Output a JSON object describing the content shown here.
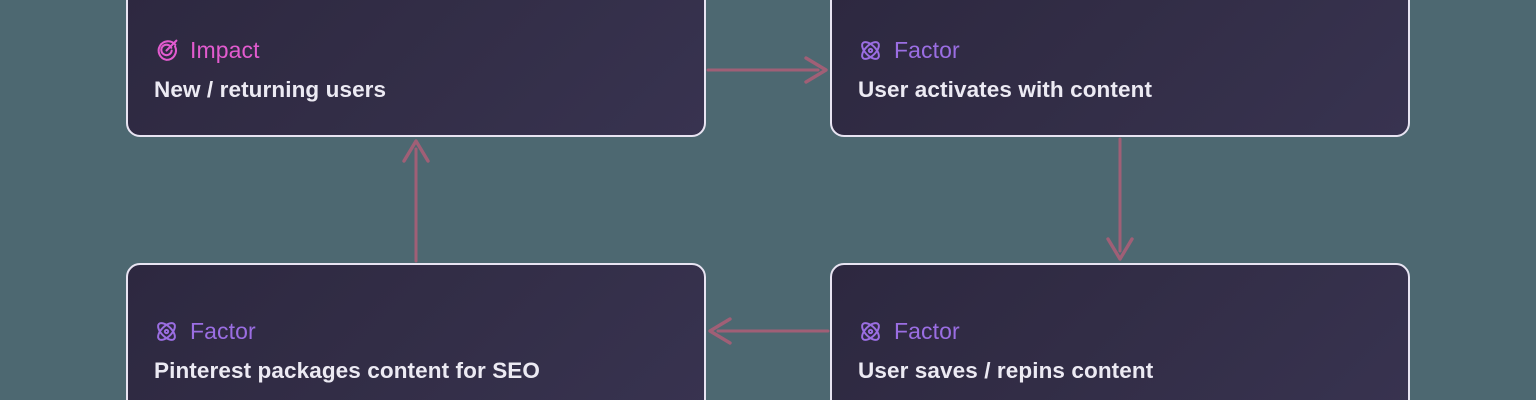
{
  "theme": {
    "background": "#4d6871",
    "card_background": "#2d2840",
    "card_border": "#e8e4f2",
    "impact_color": "#e25bcf",
    "factor_color": "#9b6ee3",
    "title_color": "#eceaf3",
    "arrow_color": "#a05f76"
  },
  "diagram": {
    "type": "flow-loop",
    "nodes": [
      {
        "id": "impact-new-returning-users",
        "position": "top-left",
        "kind": "Impact",
        "icon": "target-icon",
        "title": "New / returning users"
      },
      {
        "id": "factor-user-activates",
        "position": "top-right",
        "kind": "Factor",
        "icon": "atom-icon",
        "title": "User activates with content"
      },
      {
        "id": "factor-pinterest-packages",
        "position": "bottom-left",
        "kind": "Factor",
        "icon": "atom-icon",
        "title": "Pinterest packages content for SEO"
      },
      {
        "id": "factor-user-saves-repins",
        "position": "bottom-right",
        "kind": "Factor",
        "icon": "atom-icon",
        "title": "User saves / repins content"
      }
    ],
    "edges": [
      {
        "id": "edge-top",
        "from": "impact-new-returning-users",
        "to": "factor-user-activates",
        "direction": "right"
      },
      {
        "id": "edge-right",
        "from": "factor-user-activates",
        "to": "factor-user-saves-repins",
        "direction": "down"
      },
      {
        "id": "edge-bottom",
        "from": "factor-user-saves-repins",
        "to": "factor-pinterest-packages",
        "direction": "left"
      },
      {
        "id": "edge-left",
        "from": "factor-pinterest-packages",
        "to": "impact-new-returning-users",
        "direction": "up"
      }
    ]
  }
}
